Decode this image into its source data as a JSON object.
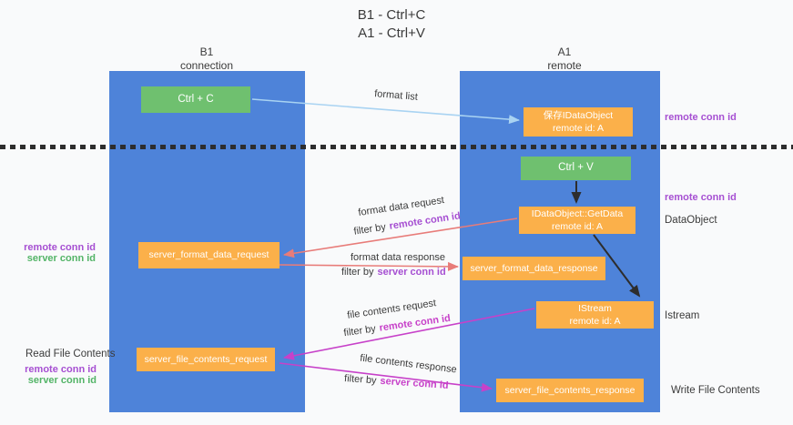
{
  "title": {
    "line1": "B1 - Ctrl+C",
    "line2": "A1 - Ctrl+V"
  },
  "lanes": {
    "left": {
      "title": "B1",
      "subtitle": "connection"
    },
    "right": {
      "title": "A1",
      "subtitle": "remote"
    }
  },
  "nodes": {
    "ctrl_c": {
      "label": "Ctrl + C"
    },
    "save_dataobject": {
      "line1": "保存IDataObject",
      "line2": "remote id: A"
    },
    "ctrl_v": {
      "label": "Ctrl + V"
    },
    "getdata": {
      "line1": "IDataObject::GetData",
      "line2": "remote id: A"
    },
    "format_request": {
      "label": "server_format_data_request"
    },
    "format_response": {
      "label": "server_format_data_response"
    },
    "istream": {
      "line1": "IStream",
      "line2": "remote id: A"
    },
    "file_request": {
      "label": "server_file_contents_request"
    },
    "file_response": {
      "label": "server_file_contents_response"
    }
  },
  "edge_labels": {
    "format_list": "format list",
    "format_data_request": "format data request",
    "format_data_response": "format data response",
    "file_contents_request": "file contents request",
    "file_contents_response": "file contents response",
    "filter_by": "filter by",
    "remote_conn_id": "remote conn id",
    "server_conn_id": "server conn id"
  },
  "side_labels": {
    "right_remote_conn_id_top": "remote conn id",
    "right_remote_conn_id_mid": "remote conn id",
    "dataobject": "DataObject",
    "istream": "Istream",
    "write_file_contents": "Write File Contents",
    "left_remote_conn_id_top": "remote conn id",
    "left_server_conn_id_top": "server conn id",
    "read_file_contents": "Read File Contents",
    "left_remote_conn_id_bottom": "remote conn id",
    "left_server_conn_id_bottom": "server conn id"
  },
  "colors": {
    "lane_blue": "#4e83d9",
    "node_orange": "#fbb04a",
    "node_green": "#6fc06f",
    "purple_text": "#a64fd2",
    "green_text": "#53b467",
    "magenta_text": "#c741c9",
    "salmon_arrow": "#e87c79",
    "magenta_arrow": "#c741c9",
    "light_blue_arrow": "#a9d3f2",
    "black_arrow": "#2d2d2d"
  }
}
